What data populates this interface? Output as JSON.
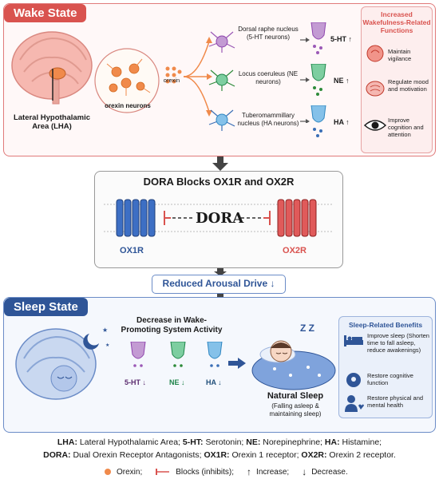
{
  "wake": {
    "tag": "Wake State",
    "lha_label": "Lateral Hypothalamic Area (LHA)",
    "orexin_neurons_label": "orexin neurons",
    "orexin_label": "orexin",
    "targets": [
      {
        "name": "Dorsal raphe nucleus (5-HT neurons)",
        "nt": "5-HT ↑",
        "color": "#9b59b6"
      },
      {
        "name": "Locus coeruleus (NE neurons)",
        "nt": "NE ↑",
        "color": "#2e8b3a"
      },
      {
        "name": "Tuberomammillary nucleus (HA neurons)",
        "nt": "HA ↑",
        "color": "#3b6fb6"
      }
    ],
    "side": {
      "title": "Increased Wakefulness-Related Functions",
      "items": [
        {
          "icon": "head-icon",
          "text": "Maintain vigilance"
        },
        {
          "icon": "brain-icon",
          "text": "Regulate mood and motivation"
        },
        {
          "icon": "eye-icon",
          "text": "Improve cognition and attention"
        }
      ]
    }
  },
  "dora": {
    "title": "DORA Blocks OX1R and OX2R",
    "center": "DORA",
    "left_receptor": "OX1R",
    "right_receptor": "OX2R"
  },
  "reduced": "Reduced Arousal Drive ↓",
  "sleep": {
    "tag": "Sleep State",
    "decrease_title": "Decrease in Wake-Promoting System Activity",
    "nts": [
      {
        "label": "5-HT ↓",
        "color": "#9b59b6"
      },
      {
        "label": "NE ↓",
        "color": "#2e8b3a"
      },
      {
        "label": "HA ↓",
        "color": "#3b6fb6"
      }
    ],
    "natural_sleep": "Natural Sleep",
    "natural_sub": "(Falling asleep & maintaining sleep)",
    "zz": "Z Z",
    "side": {
      "title": "Sleep-Related Benefits",
      "items": [
        {
          "icon": "bed-icon",
          "text": "Improve sleep (Shorten time to fall asleep, reduce awakenings)"
        },
        {
          "icon": "head-icon",
          "text": "Restore cognitive function"
        },
        {
          "icon": "person-heart-icon",
          "text": "Restore physical and mental health"
        }
      ]
    }
  },
  "abbrev": {
    "line1": [
      {
        "k": "LHA:",
        "v": " Lateral Hypothalamic Area; "
      },
      {
        "k": "5-HT:",
        "v": " Serotonin; "
      },
      {
        "k": "NE:",
        "v": " Norepinephrine; "
      },
      {
        "k": "HA:",
        "v": " Histamine;"
      }
    ],
    "line2": [
      {
        "k": "DORA:",
        "v": " Dual Orexin Receptor Antagonists; "
      },
      {
        "k": "OX1R:",
        "v": " Orexin 1 receptor; "
      },
      {
        "k": "OX2R:",
        "v": " Orexin 2 receptor."
      }
    ]
  },
  "legend": {
    "orexin": "Orexin;",
    "blocks": "Blocks (inhibits);",
    "increase": "Increase;",
    "decrease": "Decrease."
  },
  "colors": {
    "wake": "#d9534f",
    "sleep": "#2f5597",
    "orexin": "#f08a4b"
  }
}
